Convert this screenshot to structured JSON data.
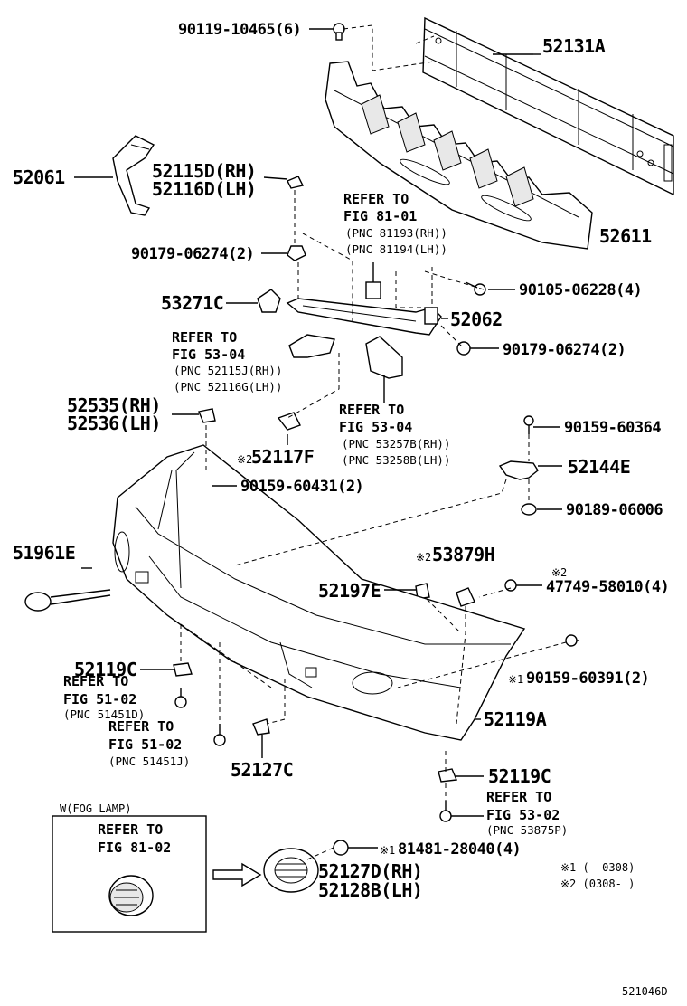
{
  "labels": {
    "p_90119": "90119-10465(6)",
    "p_52131a": "52131A",
    "p_52061": "52061",
    "p_52115d": "52115D(RH)",
    "p_52116d": "52116D(LH)",
    "ref_fig81_01_a": "REFER TO",
    "ref_fig81_01_b": "FIG 81-01",
    "pnc_81193": "(PNC 81193(RH))",
    "pnc_81194": "(PNC 81194(LH))",
    "p_52611": "52611",
    "p_90179_a": "90179-06274(2)",
    "p_90105": "90105-06228(4)",
    "p_53271c": "53271C",
    "p_52062": "52062",
    "ref_fig53_04a_a": "REFER TO",
    "ref_fig53_04a_b": "FIG 53-04",
    "pnc_52115j": "(PNC 52115J(RH))",
    "pnc_52116g": "(PNC 52116G(LH))",
    "p_90179_b": "90179-06274(2)",
    "p_52535": "52535(RH)",
    "p_52536": "52536(LH)",
    "ref_fig53_04b_a": "REFER TO",
    "ref_fig53_04b_b": "FIG 53-04",
    "p_90159_60364": "90159-60364",
    "mark_52117f": "※2",
    "p_52117f": "52117F",
    "pnc_53257b": "(PNC 53257B(RH))",
    "pnc_53258b": "(PNC 53258B(LH))",
    "p_52144e": "52144E",
    "p_90159_60431": "90159-60431(2)",
    "p_90189": "90189-06006",
    "p_51961e": "51961E",
    "mark_53879h": "※2",
    "p_53879h": "53879H",
    "mark_47749": "※2",
    "p_52197e": "52197E",
    "p_47749": "47749-58010(4)",
    "p_52119c_a": "52119C",
    "ref_fig51_02a_a": "REFER TO",
    "ref_fig51_02a_b": "FIG 51-02",
    "pnc_51451d": "(PNC 51451D)",
    "mark_90159_60391": "※1",
    "p_90159_60391": "90159-60391(2)",
    "ref_fig51_02b_a": "REFER TO",
    "ref_fig51_02b_b": "FIG 51-02",
    "pnc_51451j": "(PNC 51451J)",
    "p_52119a": "52119A",
    "p_52127c": "52127C",
    "p_52119c_b": "52119C",
    "ref_fig53_02_a": "REFER TO",
    "ref_fig53_02_b": "FIG 53-02",
    "pnc_53875p": "(PNC 53875P)",
    "inset_title": "W(FOG LAMP)",
    "inset_ref_a": "REFER TO",
    "inset_ref_b": "FIG 81-02",
    "mark_81481": "※1",
    "p_81481": "81481-28040(4)",
    "p_52127d": "52127D(RH)",
    "p_52128b": "52128B(LH)",
    "legend_1": "※1 (      -0308)",
    "legend_2": "※2 (0308-      )",
    "diagram_id": "521046D"
  }
}
